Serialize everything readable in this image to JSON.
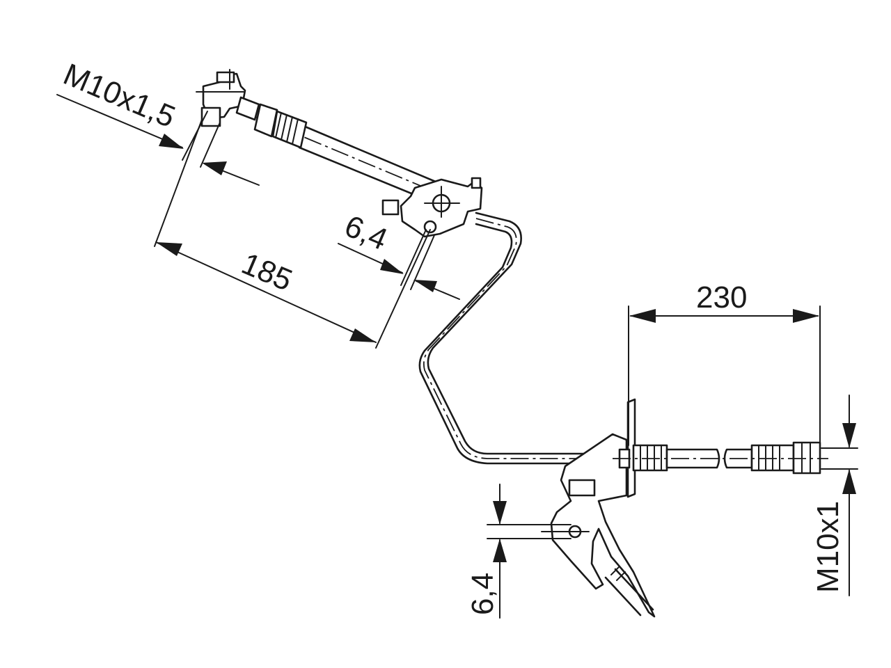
{
  "dimensions": {
    "left_thread": "M10x1,5",
    "length_left": "185",
    "hole_upper": "6,4",
    "length_right": "230",
    "right_thread": "M10x1",
    "hole_lower": "6,4"
  },
  "colors": {
    "line": "#1a1a1a",
    "background": "#ffffff"
  }
}
